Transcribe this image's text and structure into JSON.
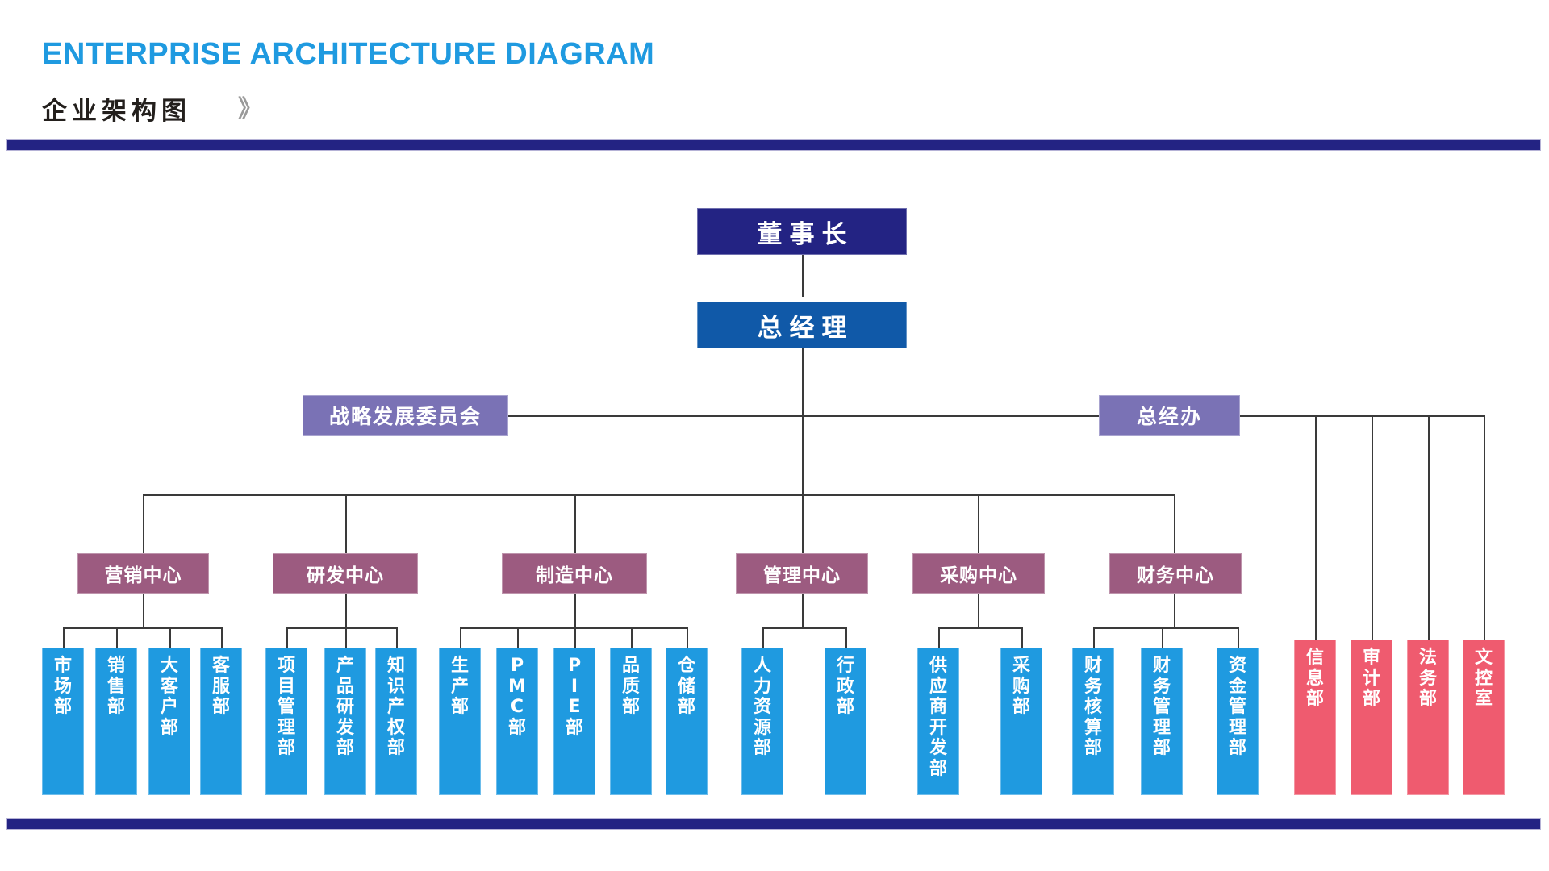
{
  "header": {
    "title_en": "ENTERPRISE ARCHITECTURE DIAGRAM",
    "title_cn": "企业架构图",
    "chevron": "》"
  },
  "colors": {
    "accent_blue": "#1f9ae0",
    "navy": "#232383",
    "gm_blue": "#1059a8",
    "committee_purple": "#7a72b5",
    "center_mauve": "#9c5b80",
    "dept_blue": "#1f9ae0",
    "staff_pink": "#ef5b6f",
    "line": "#3a3a3a",
    "title_cn": "#231f1c"
  },
  "org": {
    "chairman": {
      "label": "董事长"
    },
    "general_manager": {
      "label": "总经理"
    },
    "committees": [
      {
        "label": "战略发展委员会"
      },
      {
        "label": "总经办"
      }
    ],
    "centers": [
      {
        "label": "营销中心",
        "departments": [
          {
            "label": "市场部"
          },
          {
            "label": "销售部"
          },
          {
            "label": "大客户部"
          },
          {
            "label": "客服部"
          }
        ]
      },
      {
        "label": "研发中心",
        "departments": [
          {
            "label": "项目管理部"
          },
          {
            "label": "产品研发部"
          },
          {
            "label": "知识产权部"
          }
        ]
      },
      {
        "label": "制造中心",
        "departments": [
          {
            "label": "生产部"
          },
          {
            "label": "PMC部"
          },
          {
            "label": "PIE部"
          },
          {
            "label": "品质部"
          },
          {
            "label": "仓储部"
          }
        ]
      },
      {
        "label": "管理中心",
        "departments": [
          {
            "label": "人力资源部"
          },
          {
            "label": "行政部"
          }
        ]
      },
      {
        "label": "采购中心",
        "departments": [
          {
            "label": "供应商开发部"
          },
          {
            "label": "采购部"
          }
        ]
      },
      {
        "label": "财务中心",
        "departments": [
          {
            "label": "财务核算部"
          },
          {
            "label": "财务管理部"
          },
          {
            "label": "资金管理部"
          }
        ]
      }
    ],
    "direct_units": [
      {
        "label": "信息部"
      },
      {
        "label": "审计部"
      },
      {
        "label": "法务部"
      },
      {
        "label": "文控室"
      }
    ]
  }
}
